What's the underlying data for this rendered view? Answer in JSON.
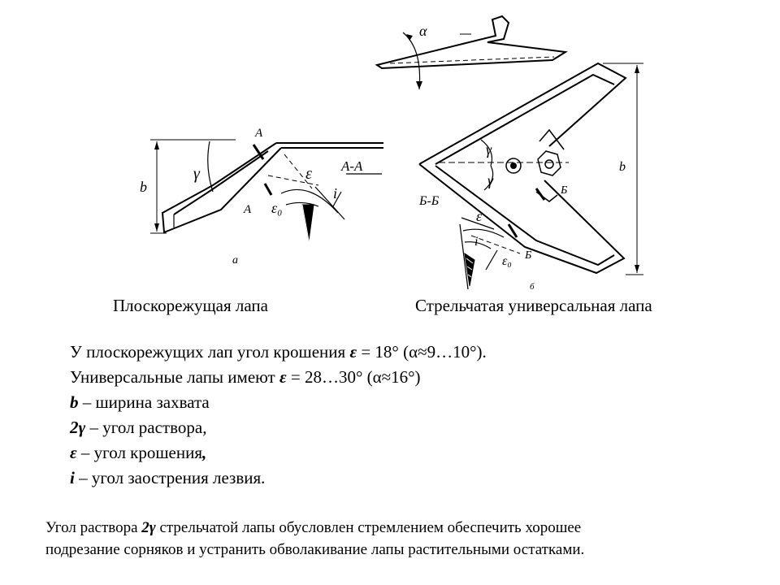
{
  "figure": {
    "labels": {
      "A1": "A",
      "A2": "A",
      "section_aa": "A-A",
      "b_left": "b",
      "gamma_left": "γ",
      "eps_left": "ε",
      "eps0_left": "ε₀",
      "i_left": "i",
      "a_left": "a",
      "alpha": "α",
      "section_bb": "Б-Б",
      "b_right": "b",
      "gamma_r1": "γ",
      "gamma_r2": "γ",
      "B1": "Б",
      "B2": "Б",
      "eps_right": "ε",
      "i_right": "i",
      "eps0_right": "ε₀",
      "b_small": "б"
    }
  },
  "captions": {
    "left": "Плоскорежущая лапа",
    "right": "Стрельчатая универсальная лапа"
  },
  "lines": {
    "l1": {
      "text": "У плоскорежущих лап угол крошения ",
      "sym": "ε",
      "rest": " = 18° (α≈9…10°)."
    },
    "l2": {
      "text": "Универсальные лапы имеют ",
      "sym": "ε",
      "rest": " = 28…30° (α≈16°)"
    },
    "l3": {
      "sym": "b",
      "rest": " – ширина захвата"
    },
    "l4": {
      "sym": "2γ",
      "rest": " – угол раствора,"
    },
    "l5": {
      "sym": "ε",
      "rest": " – угол крошения",
      "comma": ","
    },
    "l6": {
      "sym": "i",
      "rest": " – угол заострения лезвия."
    }
  },
  "note": {
    "part1": "Угол раствора ",
    "sym": "2γ",
    "part2": " стрельчатой лапы обусловлен стремлением обеспечить хорошее",
    "line2": "подрезание сорняков и устранить обволакивание лапы растительными остатками."
  }
}
